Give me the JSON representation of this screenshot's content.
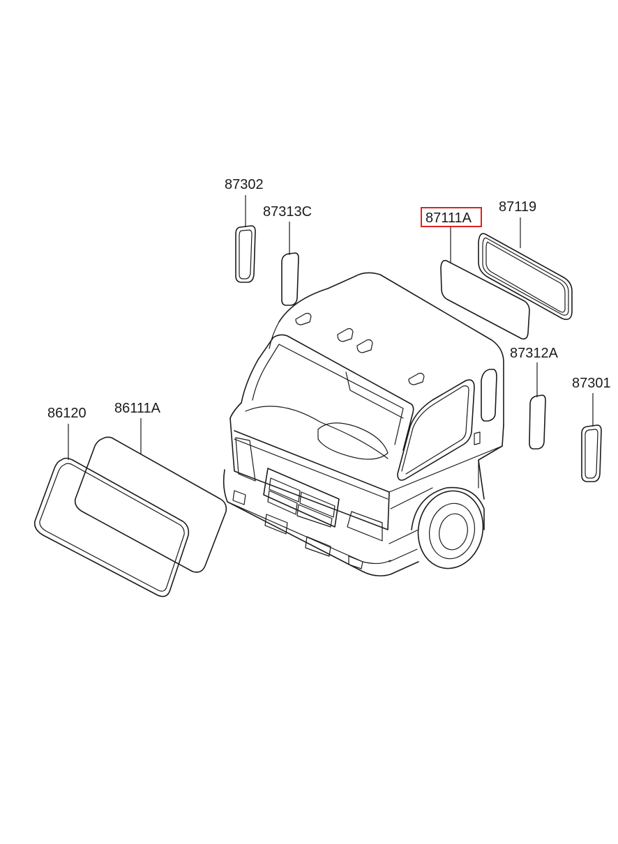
{
  "diagram": {
    "parts": [
      {
        "id": "87302",
        "label": "87302"
      },
      {
        "id": "87313C",
        "label": "87313C"
      },
      {
        "id": "87111A",
        "label": "87111A",
        "highlighted": true
      },
      {
        "id": "87119",
        "label": "87119"
      },
      {
        "id": "87312A",
        "label": "87312A"
      },
      {
        "id": "87301",
        "label": "87301"
      },
      {
        "id": "86120",
        "label": "86120"
      },
      {
        "id": "86111A",
        "label": "86111A"
      }
    ],
    "highlight_color": "#e02020"
  }
}
